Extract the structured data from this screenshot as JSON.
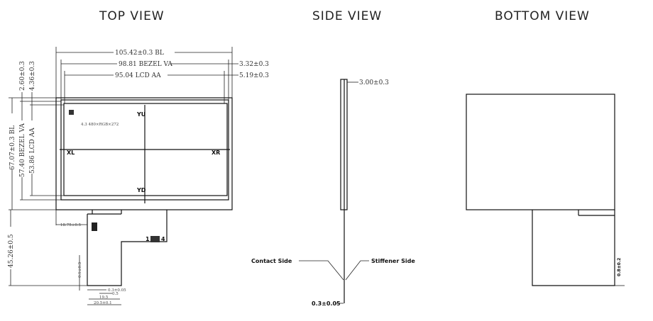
{
  "titles": {
    "top": "TOP VIEW",
    "side": "SIDE VIEW",
    "bottom": "BOTTOM VIEW"
  },
  "top_view": {
    "bl_width": "105.42±0.3 BL",
    "bezel_va_width": "98.81 BEZEL VA",
    "lcd_aa_width": "95.04 LCD AA",
    "right_offset_1": "3.32±0.3",
    "right_offset_2": "5.19±0.3",
    "top_offset_1": "2.60±0.3",
    "top_offset_2": "4.36±0.3",
    "bl_height": "67.07±0.3 BL",
    "bezel_va_height": "57.40 BEZEL VA",
    "lcd_aa_height": "53.86 LCD AA",
    "fpc_length": "45.26±0.5",
    "fpc_offset": "18.75±0.5",
    "model_text": "4.3 480×RGB×272",
    "axis_labels": {
      "yu": "YU",
      "yd": "YD",
      "xl": "XL",
      "xr": "XR"
    },
    "connector_pin_start": "1",
    "connector_pin_end": "4",
    "tail_thickness": "0.1±0.3",
    "pitch_1": "0.3±0.05",
    "pitch_2": "0.5",
    "width_inner": "19.5",
    "width_outer": "20.5±0.1"
  },
  "side_view": {
    "thickness": "3.00±0.3",
    "contact_side": "Contact Side",
    "stiffener_side": "Stiffener Side",
    "fpc_thickness": "0.3±0.05"
  },
  "bottom_view": {
    "tail_dim": "0.8±0.2"
  }
}
